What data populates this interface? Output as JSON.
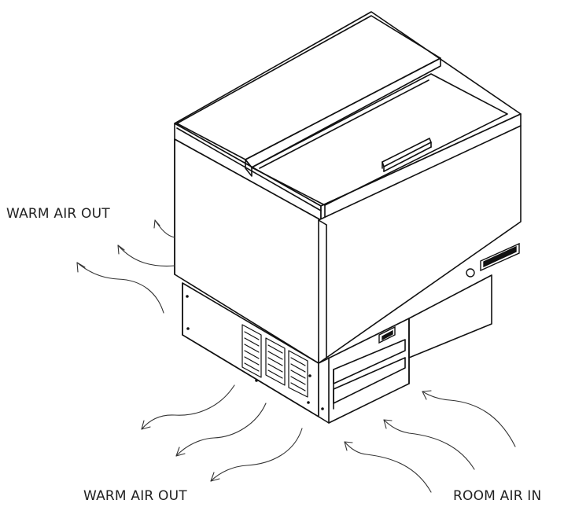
{
  "labels": {
    "warm_air_out_side": "WARM AIR OUT",
    "warm_air_out_bottom": "WARM AIR OUT",
    "room_air_in": "ROOM AIR IN"
  },
  "colors": {
    "line": "#111111",
    "text": "#222222",
    "background": "#ffffff"
  },
  "icons": {
    "airflow": "airflow-arrow-icon",
    "temperature_control": "thermostat-dial-icon",
    "nameplate": "brand-nameplate-icon"
  }
}
